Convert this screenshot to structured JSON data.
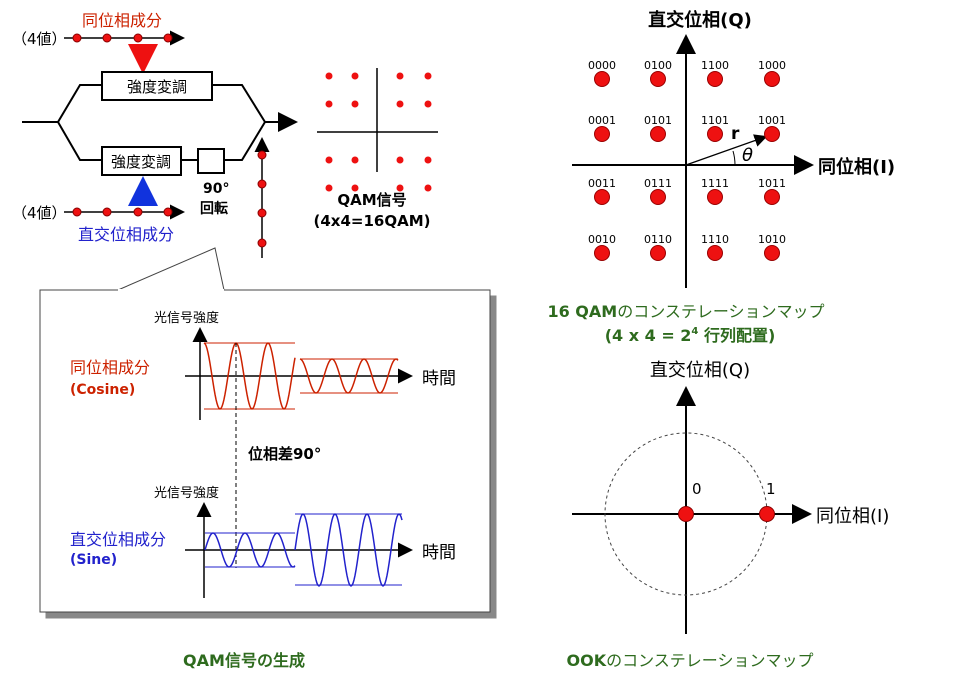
{
  "colors": {
    "dot": "#ff0000",
    "inphase": "#cc2200",
    "quadrature": "#2222cc",
    "caption": "#2e6b1e",
    "cos_wave": "#cc2200",
    "sin_wave": "#2222cc"
  },
  "modulator": {
    "inphase_label": "同位相成分",
    "quadrature_label": "直交位相成分",
    "four_values_top": "（4値）",
    "four_values_bottom": "（4値）",
    "modulator_top": "強度変調",
    "modulator_bottom": "強度変調",
    "rotation_deg": "90°",
    "rotation_label": "回転",
    "qam_signal": "QAM信号",
    "qam_formula": "(4x4=16QAM)"
  },
  "inset": {
    "ylabel_top": "光信号強度",
    "ylabel_bottom": "光信号強度",
    "cos_label": "同位相成分",
    "cos_sub": "(Cosine)",
    "sin_label": "直交位相成分",
    "sin_sub": "(Sine)",
    "time_top": "時間",
    "time_bottom": "時間",
    "phase_diff": "位相差90°"
  },
  "qam16": {
    "axis_q": "直交位相(Q)",
    "axis_i": "同位相(I)",
    "r_label": "r",
    "theta_label": "θ",
    "codes": [
      [
        "0000",
        "0100",
        "1100",
        "1000"
      ],
      [
        "0001",
        "0101",
        "1101",
        "1001"
      ],
      [
        "0011",
        "0111",
        "1111",
        "1011"
      ],
      [
        "0010",
        "0110",
        "1110",
        "1010"
      ]
    ],
    "caption_line1_prefix": "16 QAM",
    "caption_line1_suffix": "のコンステレーションマップ",
    "caption_line2_a": "(4 x 4 = 2",
    "caption_line2_sup": "4",
    "caption_line2_b": " 行列配置)"
  },
  "ook": {
    "axis_q": "直交位相(Q)",
    "axis_i": "同位相(I)",
    "label_0": "0",
    "label_1": "1",
    "caption_prefix": "OOK",
    "caption_suffix": "のコンステレーションマップ"
  },
  "captions": {
    "qam_generation": "QAM信号の生成"
  }
}
